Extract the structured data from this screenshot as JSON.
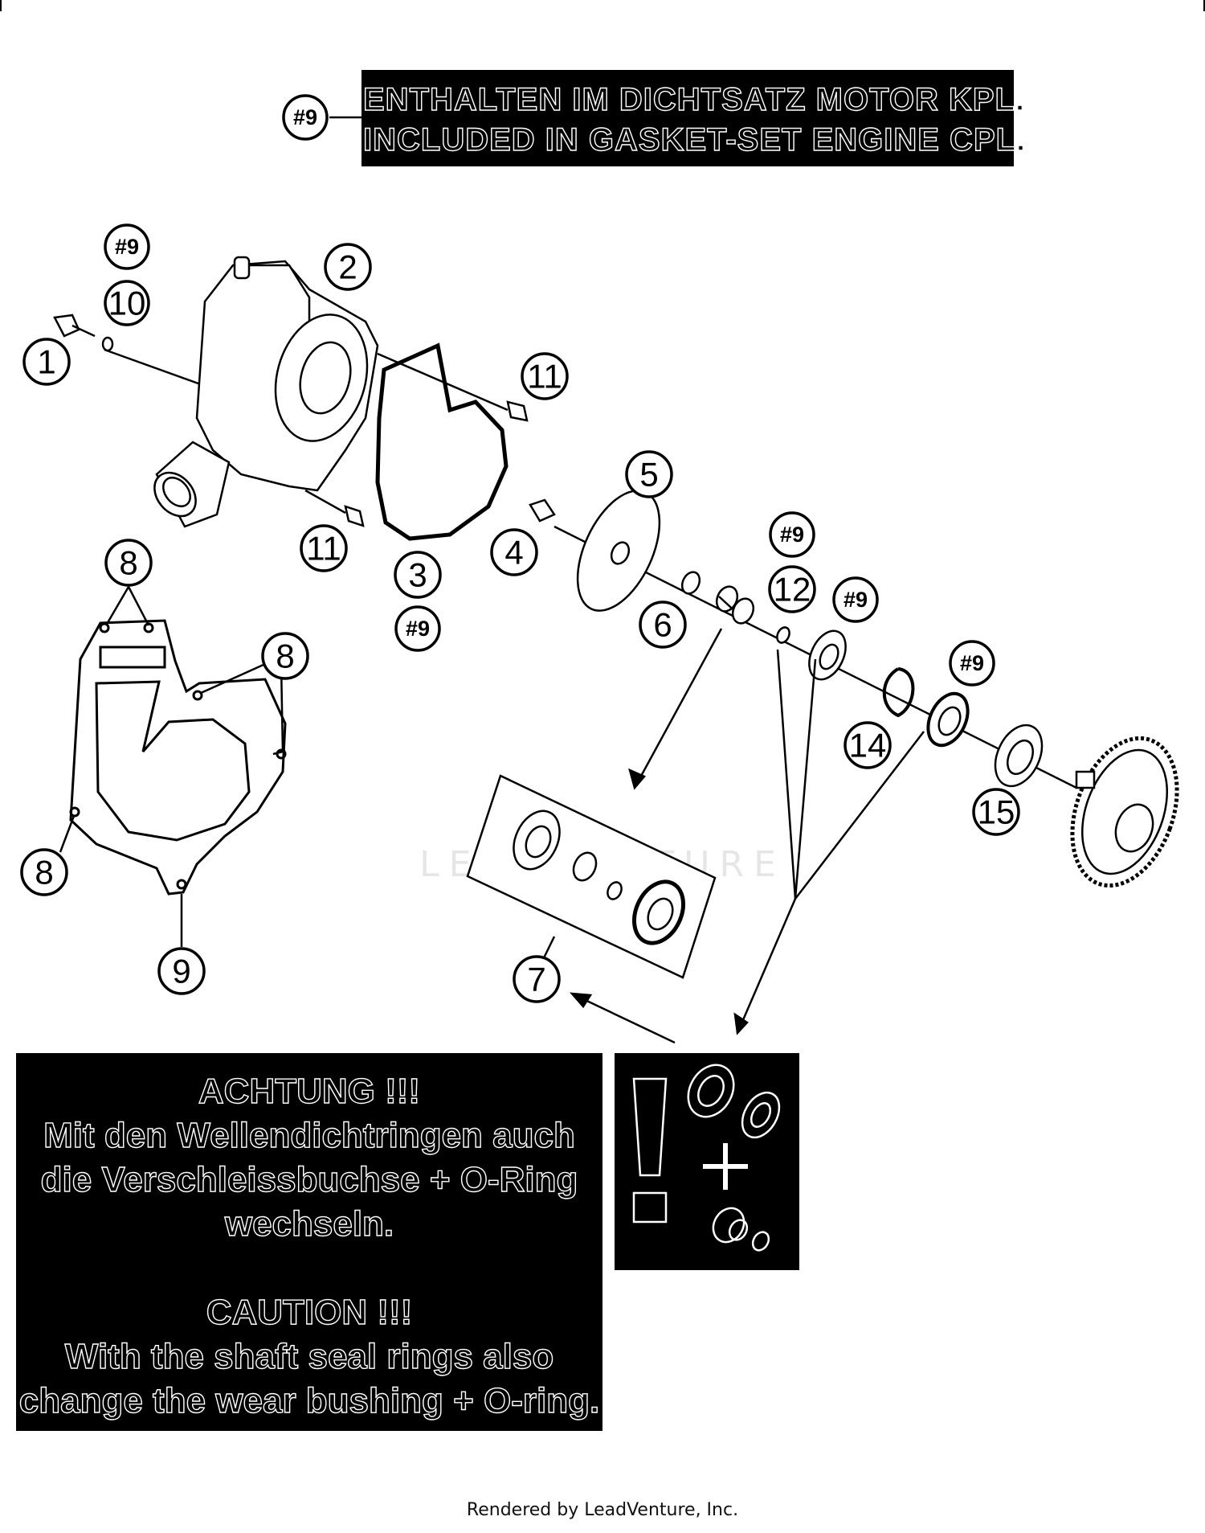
{
  "header_banner": {
    "ref_label": "#9",
    "line1": "ENTHALTEN IM DICHTSATZ MOTOR KPL.",
    "line2": "INCLUDED IN GASKET-SET ENGINE CPL."
  },
  "callouts": {
    "c1": "1",
    "c2": "2",
    "c3": "3",
    "c4": "4",
    "c5": "5",
    "c6": "6",
    "c7": "7",
    "c8a": "8",
    "c8b": "8",
    "c8c": "8",
    "c9": "9",
    "c10": "10",
    "c11a": "11",
    "c11b": "11",
    "c12": "12",
    "c14": "14",
    "c15": "15",
    "r9a": "#9",
    "r9b": "#9",
    "r9c": "#9",
    "r9d": "#9",
    "r9e": "#9"
  },
  "warning": {
    "de_title": "ACHTUNG !!!",
    "de_line1": "Mit den Wellendichtringen auch",
    "de_line2": "die Verschleissbuchse + O-Ring",
    "de_line3": "wechseln.",
    "en_title": "CAUTION !!!",
    "en_line1": "With the shaft seal rings also",
    "en_line2": "change the wear bushing + O-ring."
  },
  "watermark": "LEADVENTURE",
  "footer": "Rendered by LeadVenture, Inc."
}
